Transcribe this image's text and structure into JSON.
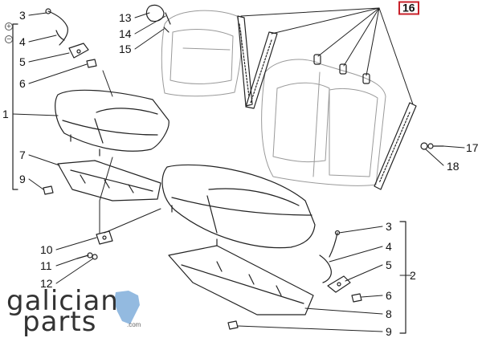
{
  "callouts": {
    "c1": "1",
    "c2": "2",
    "c3a": "3",
    "c3b": "3",
    "c4a": "4",
    "c4b": "4",
    "c5a": "5",
    "c5b": "5",
    "c6a": "6",
    "c6b": "6",
    "c7": "7",
    "c8": "8",
    "c9a": "9",
    "c9b": "9",
    "c10": "10",
    "c11": "11",
    "c12": "12",
    "c13": "13",
    "c14": "14",
    "c15": "15",
    "c16": "16",
    "c17": "17",
    "c18": "18"
  },
  "zoom": {
    "in": "+",
    "out": "−"
  },
  "logo": {
    "line1": "galician",
    "line2": "parts",
    "domain": ".com"
  },
  "colors": {
    "line": "#222222",
    "callout_box": "#c8202a",
    "logo_text": "#333333",
    "logo_accent": "#6fa3d6"
  }
}
